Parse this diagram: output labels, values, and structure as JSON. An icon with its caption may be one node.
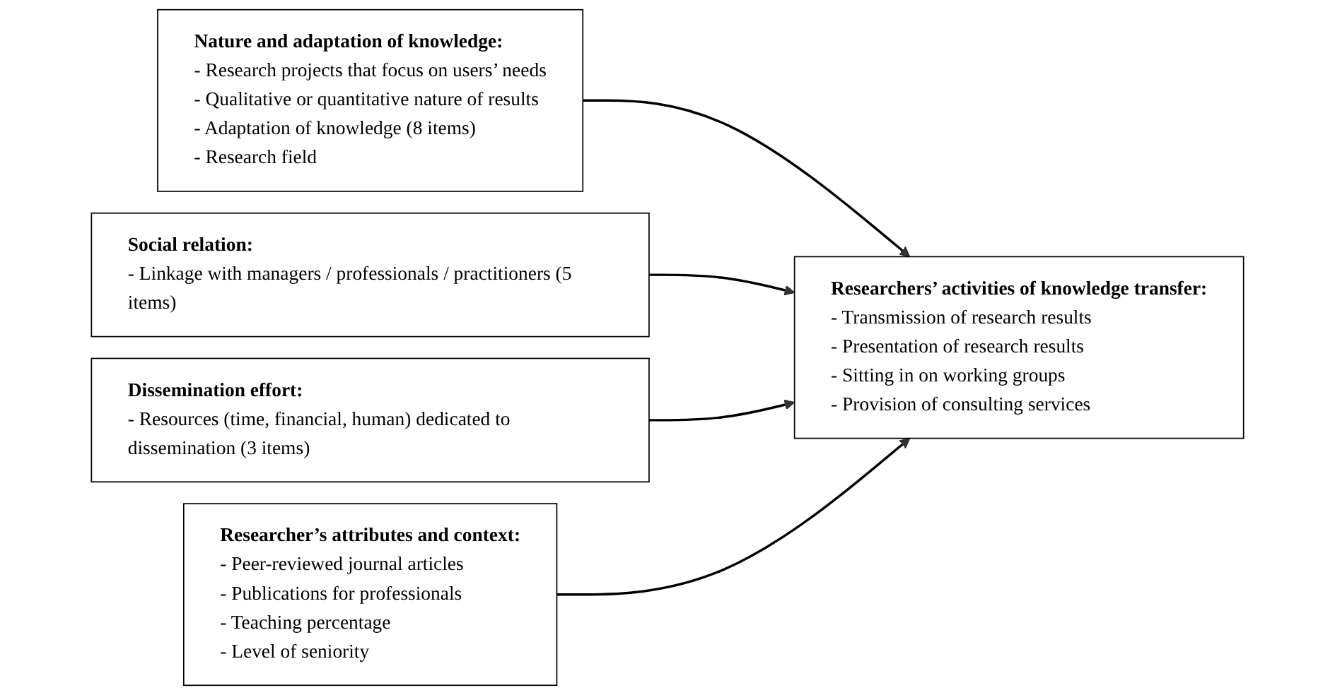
{
  "diagram": {
    "nodes": [
      {
        "text": [
          "Nature and adaptation of knowledge:",
          "- Research projects that focus on users’ needs",
          "- Qualitative or quantitative nature of results",
          "- Adaptation of knowledge (8 items)",
          "- Research field"
        ]
      },
      {
        "text": [
          "Social relation:",
          "- Linkage with managers / professionals / practitioners (5 items)"
        ]
      },
      {
        "text": [
          "Dissemination effort:",
          "- Resources (time, financial, human) dedicated to dissemination (3 items)"
        ]
      },
      {
        "text": [
          "Researcher’s attributes and context:",
          "- Peer-reviewed journal articles",
          "- Publications for professionals",
          "- Teaching percentage",
          "- Level of seniority"
        ]
      },
      {
        "text": [
          "Researchers’ activities of knowledge transfer:",
          "- Transmission of research results",
          "- Presentation of research results",
          "- Sitting in on working groups",
          "- Provision of consulting services"
        ]
      }
    ],
    "edges": [
      {
        "from": 0,
        "to": 4,
        "arrow": "to"
      },
      {
        "from": 1,
        "to": 4,
        "arrow": "to"
      },
      {
        "from": 2,
        "to": 4,
        "arrow": "to"
      },
      {
        "from": 3,
        "to": 4,
        "arrow": "to"
      }
    ]
  }
}
